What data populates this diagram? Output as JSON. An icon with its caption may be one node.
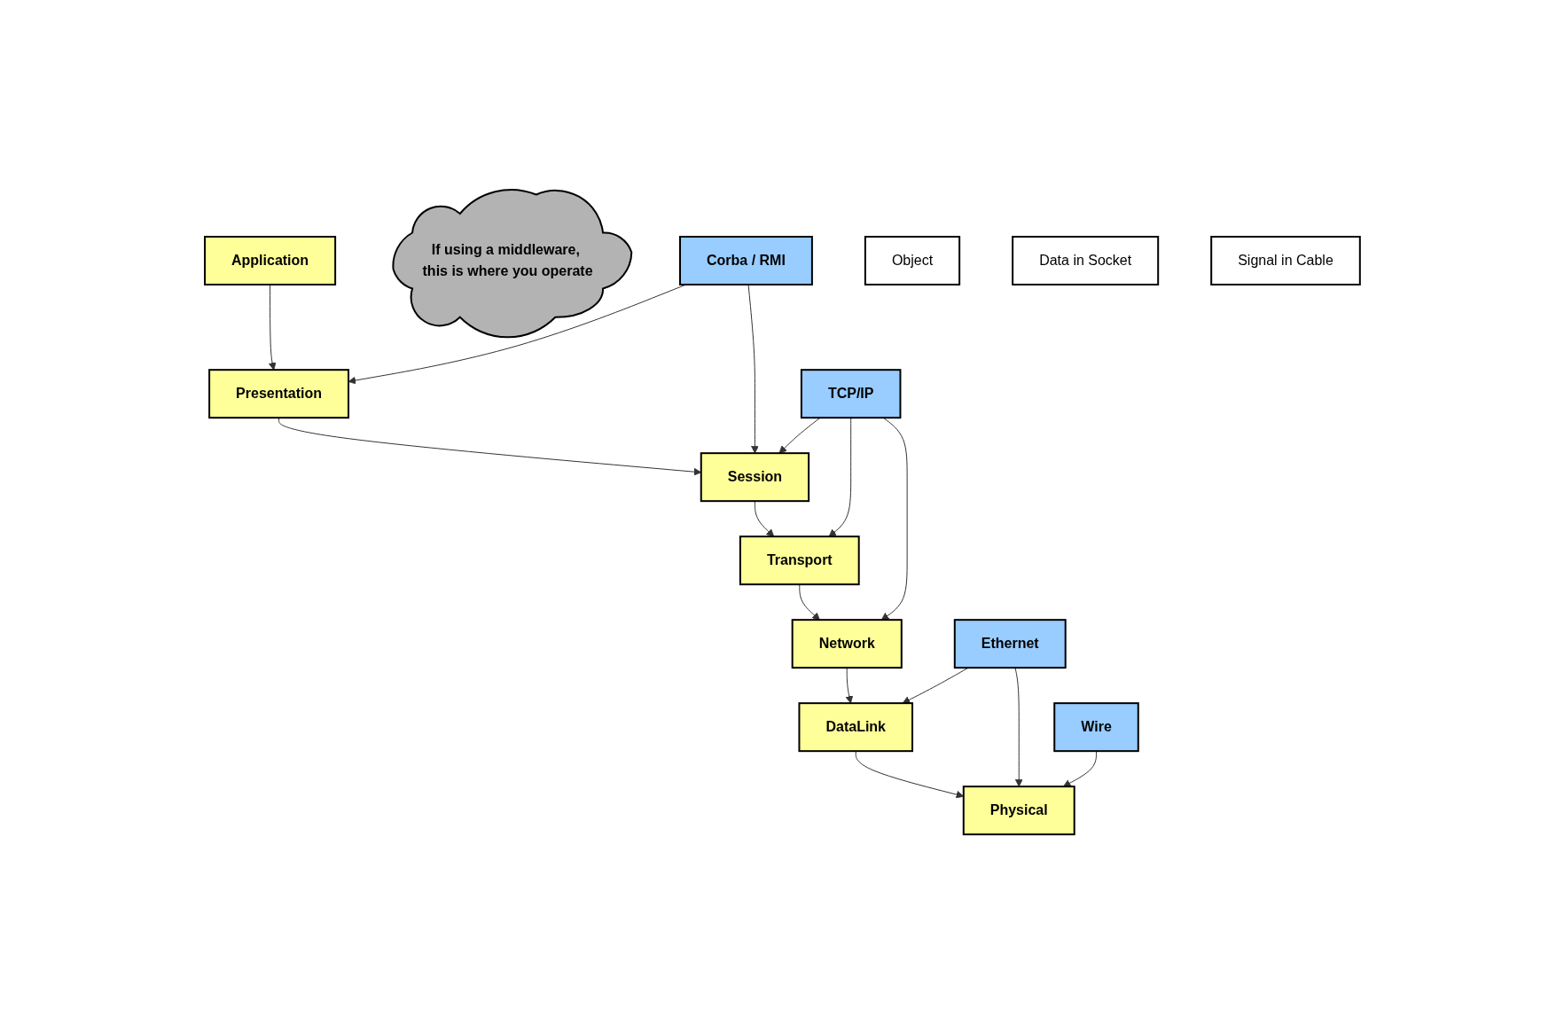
{
  "diagram": {
    "nodes": [
      {
        "text": [
          "Application"
        ]
      },
      {
        "text": [
          "Presentation"
        ]
      },
      {
        "text": [
          "Session"
        ]
      },
      {
        "text": [
          "Transport"
        ]
      },
      {
        "text": [
          "Network"
        ]
      },
      {
        "text": [
          "DataLink"
        ]
      },
      {
        "text": [
          "Physical"
        ]
      },
      {
        "text": [
          "If using a middleware, this is where you operate"
        ]
      },
      {
        "text": [
          "Corba / RMI"
        ]
      },
      {
        "text": [
          "TCP/IP"
        ]
      },
      {
        "text": [
          "Ethernet"
        ]
      },
      {
        "text": [
          "Wire"
        ]
      },
      {
        "text": [
          "Object"
        ]
      },
      {
        "text": [
          "Data in Socket"
        ]
      },
      {
        "text": [
          "Signal in Cable"
        ]
      }
    ],
    "edges": [
      {
        "from": 0,
        "to": 1,
        "arrow": "to"
      },
      {
        "from": 1,
        "to": 2,
        "arrow": "to"
      },
      {
        "from": 2,
        "to": 3,
        "arrow": "to"
      },
      {
        "from": 3,
        "to": 4,
        "arrow": "to"
      },
      {
        "from": 4,
        "to": 5,
        "arrow": "to"
      },
      {
        "from": 5,
        "to": 6,
        "arrow": "to"
      },
      {
        "from": 8,
        "to": 1,
        "arrow": "to"
      },
      {
        "from": 8,
        "to": 2,
        "arrow": "to"
      },
      {
        "from": 9,
        "to": 2,
        "arrow": "to"
      },
      {
        "from": 9,
        "to": 3,
        "arrow": "to"
      },
      {
        "from": 9,
        "to": 4,
        "arrow": "to"
      },
      {
        "from": 10,
        "to": 5,
        "arrow": "to"
      },
      {
        "from": 10,
        "to": 6,
        "arrow": "to"
      },
      {
        "from": 11,
        "to": 6,
        "arrow": "to"
      }
    ]
  }
}
